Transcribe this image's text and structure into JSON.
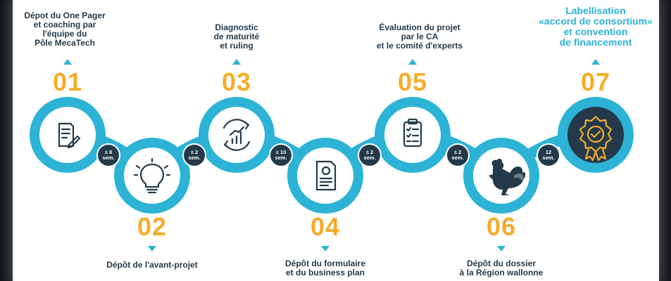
{
  "steps": [
    {
      "number": "01",
      "label": "Dépot du One Pager\net coaching par\nl'équipe du\nPôle MecaTech",
      "icon": "document-pen-icon"
    },
    {
      "number": "02",
      "label": "Dépôt de l'avant-projet",
      "icon": "lightbulb-icon"
    },
    {
      "number": "03",
      "label": "Diagnostic\nde maturité\net ruling",
      "icon": "growth-chart-icon"
    },
    {
      "number": "04",
      "label": "Dépôt du formulaire\net du business plan",
      "icon": "certificate-document-icon"
    },
    {
      "number": "05",
      "label": "Évaluation du projet\npar le CA\net le comité d'experts",
      "icon": "clipboard-checklist-icon"
    },
    {
      "number": "06",
      "label": "Dépôt du dossier\nà la Région wallonne",
      "icon": "walloon-rooster-icon"
    },
    {
      "number": "07",
      "label": "Labellisation\n«accord de consortium»\net convention\nde financement",
      "icon": "award-badge-icon"
    }
  ],
  "durations": [
    {
      "value": "± 8",
      "unit": "sem."
    },
    {
      "value": "± 2",
      "unit": "sem."
    },
    {
      "value": "± 10",
      "unit": "sem."
    },
    {
      "value": "± 2",
      "unit": "sem."
    },
    {
      "value": "± 2",
      "unit": "sem."
    },
    {
      "value": "12",
      "unit": "sem."
    }
  ],
  "colors": {
    "accent": "#2cb3d6",
    "number": "#f4ad2a",
    "dark": "#243a4a",
    "final_fill": "#243a4a"
  }
}
